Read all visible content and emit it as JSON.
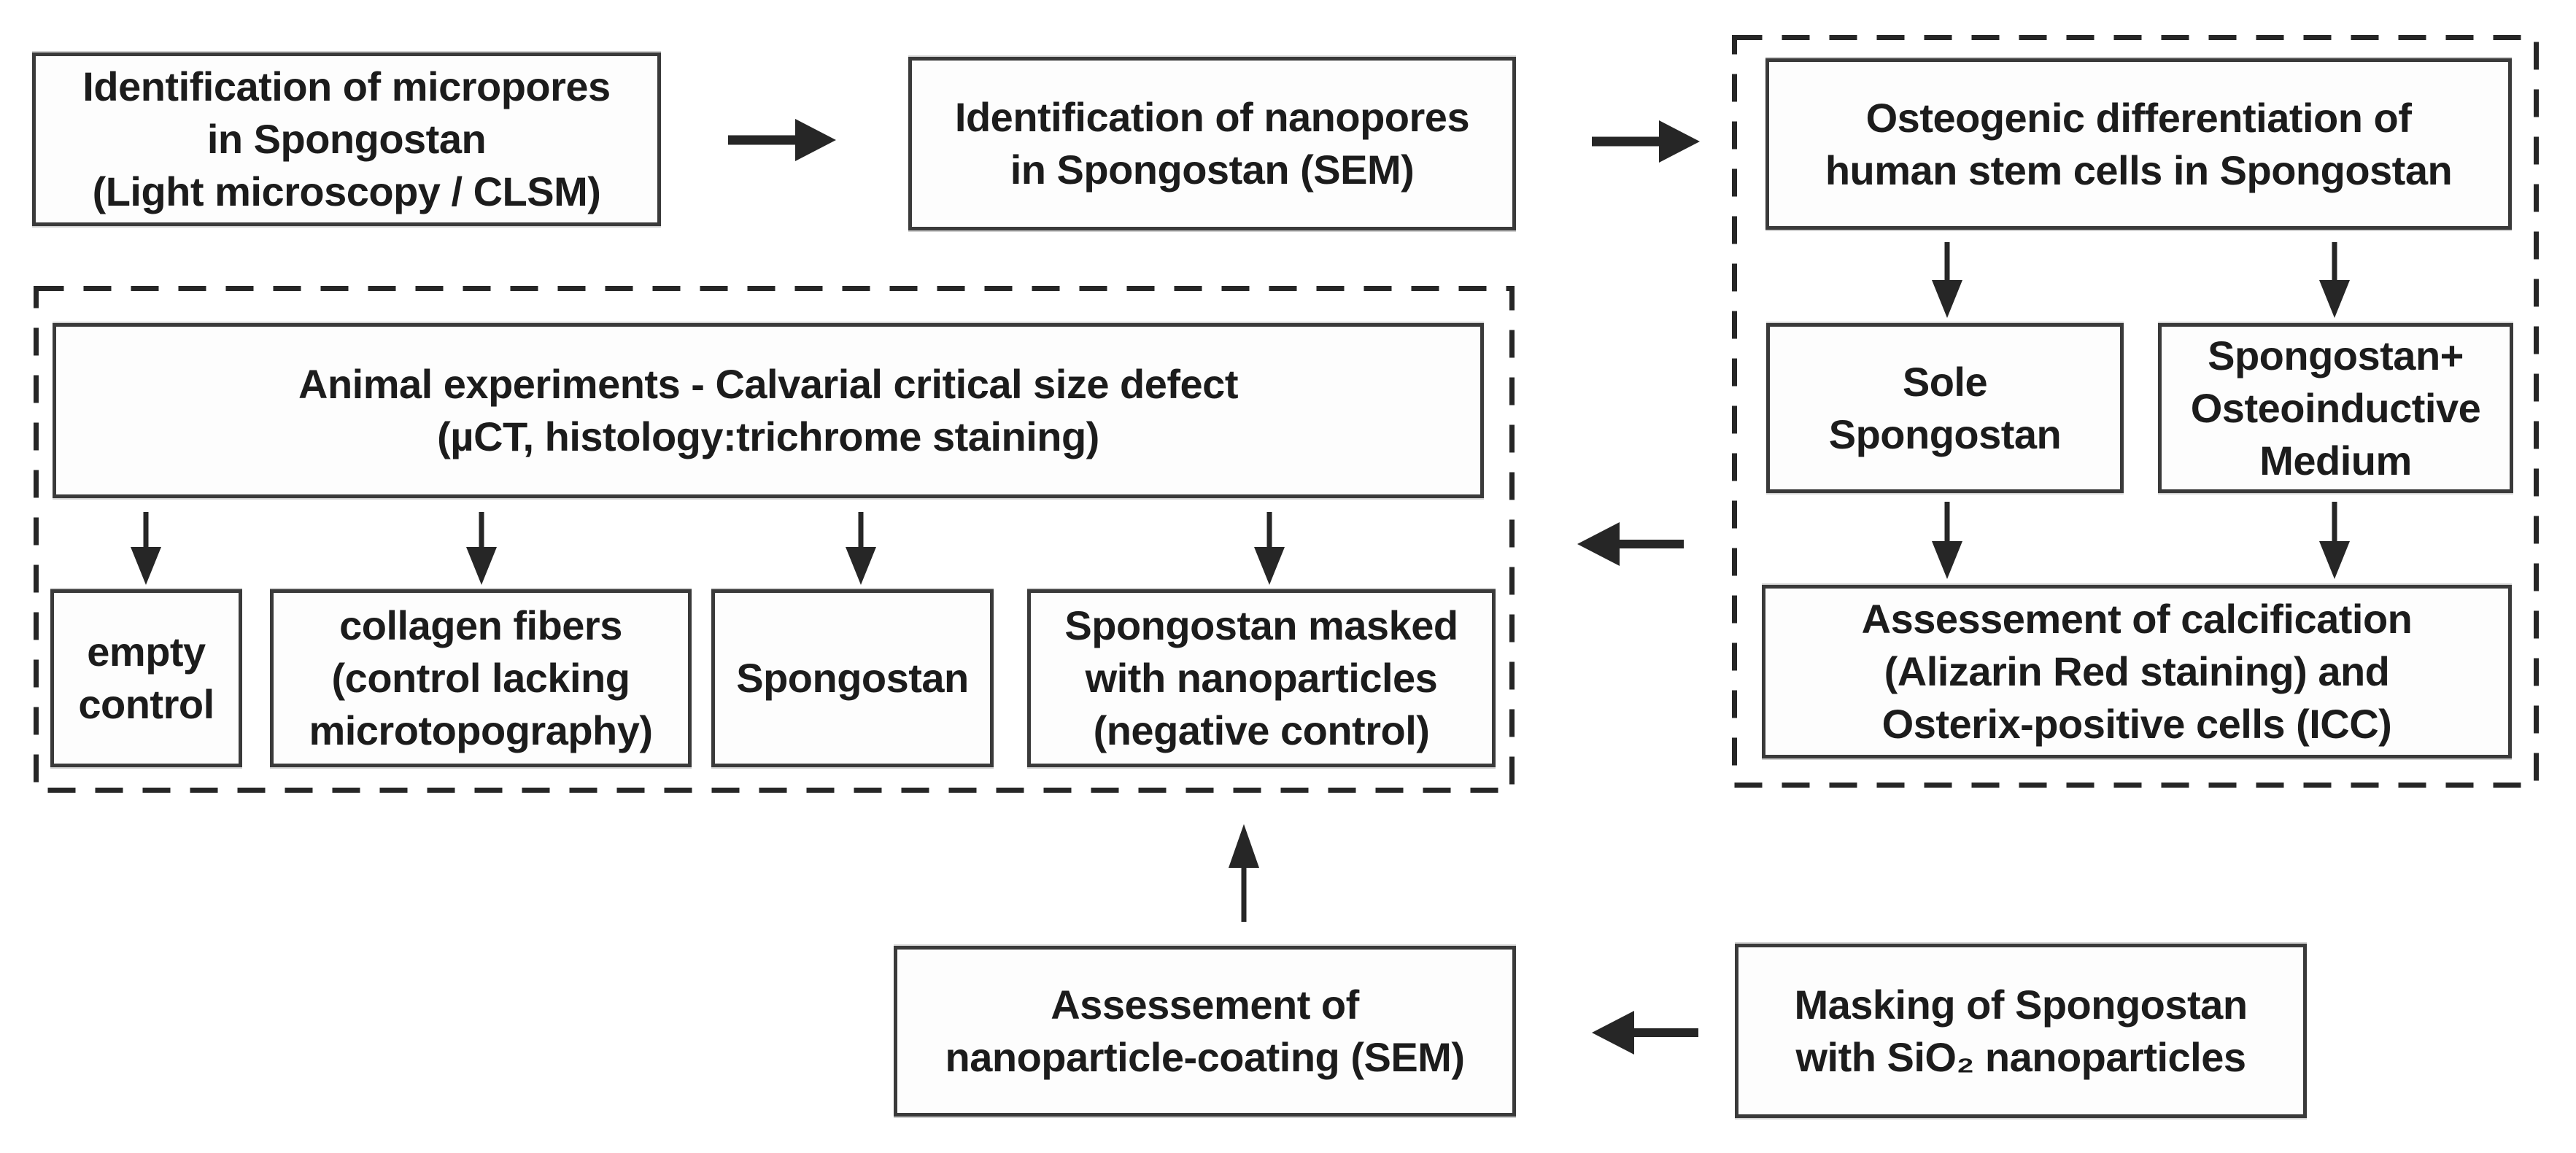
{
  "diagram": {
    "top_row": {
      "micropores": "Identification of micropores\nin Spongostan\n(Light microscopy / CLSM)",
      "nanopores": "Identification of nanopores\nin Spongostan (SEM)"
    },
    "right_panel": {
      "osteogenic": "Osteogenic differentiation of\nhuman stem cells in Spongostan",
      "sole_spongostan": "Sole\nSpongostan",
      "spongostan_osteoinductive": "Spongostan+\nOsteoinductive\nMedium",
      "calcification": "Assessement of calcification\n(Alizarin Red staining) and\nOsterix-positive cells (ICC)"
    },
    "left_panel": {
      "animal_experiments": "Animal experiments - Calvarial critical size defect\n(µCT, histology:trichrome staining)",
      "empty_control": "empty\ncontrol",
      "collagen_fibers": "collagen fibers\n(control lacking\nmicrotopography)",
      "spongostan": "Spongostan",
      "masked_spongostan": "Spongostan masked\nwith nanoparticles\n(negative control)"
    },
    "bottom_row": {
      "assessment_coating": "Assessement of\nnanoparticle-coating (SEM)",
      "masking": "Masking of Spongostan\nwith SiO₂ nanoparticles"
    },
    "colors": {
      "text": "#1c1c1c",
      "box_border": "#3a3a3a",
      "dashed_border": "#262626",
      "arrow": "#262626",
      "background": "#ffffff"
    }
  }
}
